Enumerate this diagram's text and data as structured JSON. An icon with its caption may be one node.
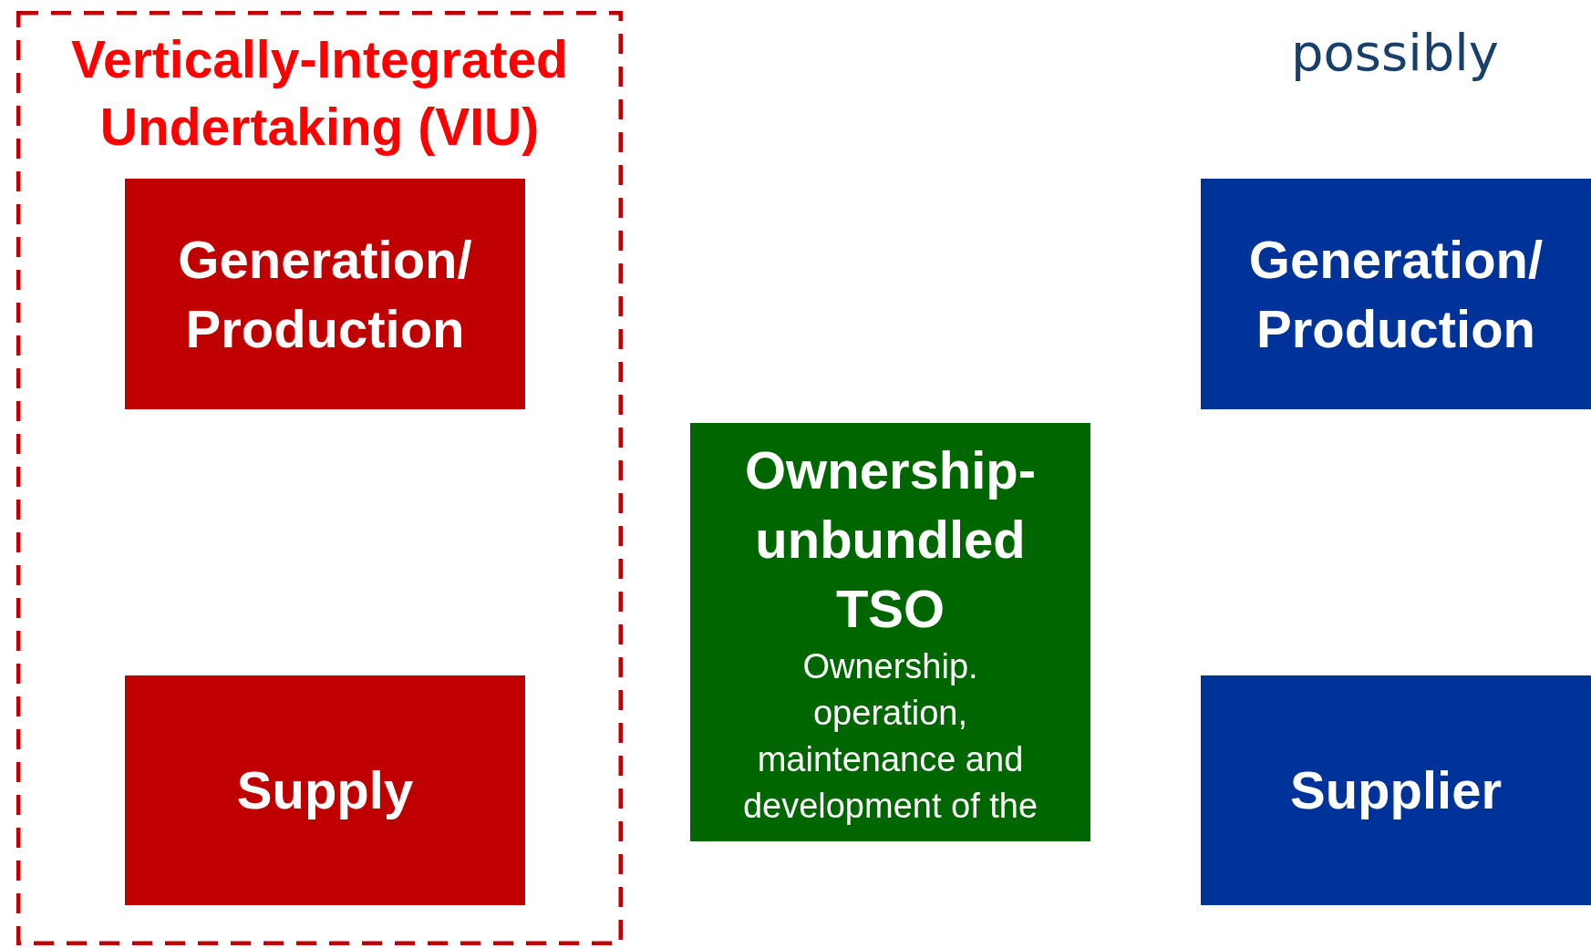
{
  "diagram": {
    "nodes": [
      {
        "text": [
          "Vertically-Integrated Undertaking (VIU)"
        ]
      },
      {
        "text": [
          "Generation/ Production"
        ],
        "in": 0
      },
      {
        "text": [
          "Supply"
        ],
        "in": 0
      },
      {
        "text": [
          "Ownership- unbundled TSO",
          "Ownership. operation, maintenance and development of the"
        ]
      },
      {
        "text": [
          "Generation/ Production"
        ]
      },
      {
        "text": [
          "Supplier"
        ]
      }
    ],
    "labels": [
      "possibly"
    ]
  }
}
